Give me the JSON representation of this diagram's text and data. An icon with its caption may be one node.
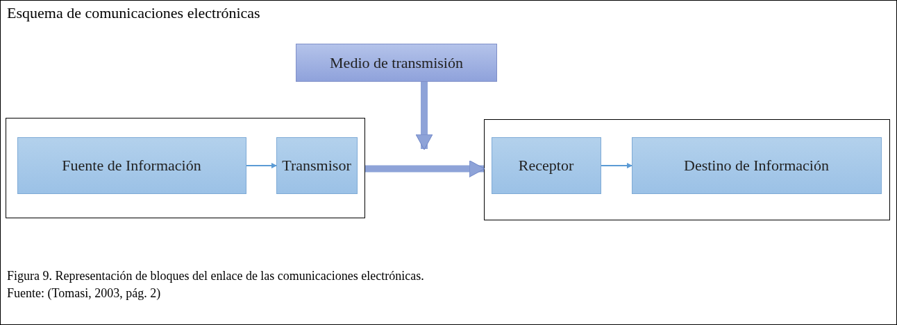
{
  "diagram": {
    "title": "Esquema de comunicaciones electrónicas",
    "nodes": [
      {
        "text": [
          "Medio de transmisión"
        ]
      },
      {
        "text": [],
        "shape": "box"
      },
      {
        "text": [
          "Fuente de Información"
        ],
        "in": 1
      },
      {
        "text": [
          "Transmisor"
        ],
        "in": 1
      },
      {
        "text": [],
        "shape": "box"
      },
      {
        "text": [
          "Receptor"
        ],
        "in": 4
      },
      {
        "text": [
          "Destino de Información"
        ],
        "in": 4
      }
    ],
    "edges": [
      {
        "from": 2,
        "to": 3,
        "arrow": "to"
      },
      {
        "from": 1,
        "to": 4,
        "arrow": "to",
        "style": "thick"
      },
      {
        "from": 0,
        "to": null,
        "arrow": "to",
        "style": "thick"
      },
      {
        "from": 5,
        "to": 6,
        "arrow": "to"
      }
    ],
    "caption": "Figura 9. Representación de bloques del enlace de las comunicaciones electrónicas.",
    "labels": [
      "Fuente: (Tomasi, 2003, pág. 2)"
    ]
  }
}
